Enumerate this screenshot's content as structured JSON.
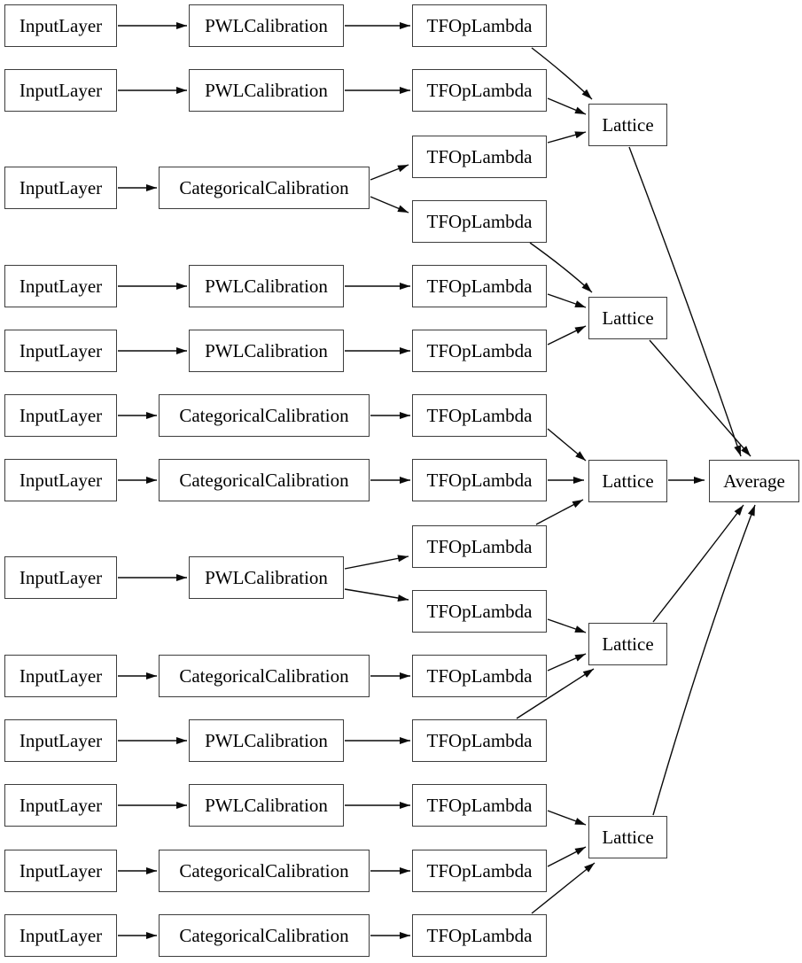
{
  "labels": {
    "input_layer": "InputLayer",
    "pwl_calibration": "PWLCalibration",
    "categorical_calibration": "CategoricalCalibration",
    "tf_op_lambda": "TFOpLambda",
    "lattice": "Lattice",
    "average": "Average"
  },
  "colors": {
    "background": "#ffffff",
    "node_fill": "#ffffff",
    "node_border": "#3d3d3d",
    "edge": "#0a0a0a",
    "text": "#000000"
  },
  "graph": {
    "description": "Model architecture diagram: calibrated inputs feed 5 lattices averaged into one output",
    "nodes": [
      {
        "id": "in1",
        "label": "InputLayer"
      },
      {
        "id": "in2",
        "label": "InputLayer"
      },
      {
        "id": "in3",
        "label": "InputLayer"
      },
      {
        "id": "in4",
        "label": "InputLayer"
      },
      {
        "id": "in5",
        "label": "InputLayer"
      },
      {
        "id": "in6",
        "label": "InputLayer"
      },
      {
        "id": "in7",
        "label": "InputLayer"
      },
      {
        "id": "in8",
        "label": "InputLayer"
      },
      {
        "id": "in9",
        "label": "InputLayer"
      },
      {
        "id": "in10",
        "label": "InputLayer"
      },
      {
        "id": "in11",
        "label": "InputLayer"
      },
      {
        "id": "in12",
        "label": "InputLayer"
      },
      {
        "id": "in13",
        "label": "InputLayer"
      },
      {
        "id": "pwl1",
        "label": "PWLCalibration"
      },
      {
        "id": "pwl2",
        "label": "PWLCalibration"
      },
      {
        "id": "pwl3",
        "label": "PWLCalibration"
      },
      {
        "id": "pwl4",
        "label": "PWLCalibration"
      },
      {
        "id": "pwl5",
        "label": "PWLCalibration"
      },
      {
        "id": "pwl6",
        "label": "PWLCalibration"
      },
      {
        "id": "pwl7",
        "label": "PWLCalibration"
      },
      {
        "id": "cat1",
        "label": "CategoricalCalibration"
      },
      {
        "id": "cat2",
        "label": "CategoricalCalibration"
      },
      {
        "id": "cat3",
        "label": "CategoricalCalibration"
      },
      {
        "id": "cat4",
        "label": "CategoricalCalibration"
      },
      {
        "id": "cat5",
        "label": "CategoricalCalibration"
      },
      {
        "id": "cat6",
        "label": "CategoricalCalibration"
      },
      {
        "id": "tf1",
        "label": "TFOpLambda"
      },
      {
        "id": "tf2",
        "label": "TFOpLambda"
      },
      {
        "id": "tf3",
        "label": "TFOpLambda"
      },
      {
        "id": "tf4",
        "label": "TFOpLambda"
      },
      {
        "id": "tf5",
        "label": "TFOpLambda"
      },
      {
        "id": "tf6",
        "label": "TFOpLambda"
      },
      {
        "id": "tf7",
        "label": "TFOpLambda"
      },
      {
        "id": "tf8",
        "label": "TFOpLambda"
      },
      {
        "id": "tf9",
        "label": "TFOpLambda"
      },
      {
        "id": "tf10",
        "label": "TFOpLambda"
      },
      {
        "id": "tf11",
        "label": "TFOpLambda"
      },
      {
        "id": "tf12",
        "label": "TFOpLambda"
      },
      {
        "id": "tf13",
        "label": "TFOpLambda"
      },
      {
        "id": "tf14",
        "label": "TFOpLambda"
      },
      {
        "id": "tf15",
        "label": "TFOpLambda"
      },
      {
        "id": "lat1",
        "label": "Lattice"
      },
      {
        "id": "lat2",
        "label": "Lattice"
      },
      {
        "id": "lat3",
        "label": "Lattice"
      },
      {
        "id": "lat4",
        "label": "Lattice"
      },
      {
        "id": "lat5",
        "label": "Lattice"
      },
      {
        "id": "avg1",
        "label": "Average"
      }
    ],
    "edges": [
      [
        "in1",
        "pwl1"
      ],
      [
        "pwl1",
        "tf1"
      ],
      [
        "tf1",
        "lat1"
      ],
      [
        "in2",
        "pwl2"
      ],
      [
        "pwl2",
        "tf2"
      ],
      [
        "tf2",
        "lat1"
      ],
      [
        "in3",
        "cat1"
      ],
      [
        "cat1",
        "tf3"
      ],
      [
        "cat1",
        "tf4"
      ],
      [
        "tf3",
        "lat1"
      ],
      [
        "tf4",
        "lat2"
      ],
      [
        "in4",
        "pwl3"
      ],
      [
        "pwl3",
        "tf5"
      ],
      [
        "tf5",
        "lat2"
      ],
      [
        "in5",
        "pwl4"
      ],
      [
        "pwl4",
        "tf6"
      ],
      [
        "tf6",
        "lat2"
      ],
      [
        "in6",
        "cat2"
      ],
      [
        "cat2",
        "tf7"
      ],
      [
        "tf7",
        "lat3"
      ],
      [
        "in7",
        "cat3"
      ],
      [
        "cat3",
        "tf8"
      ],
      [
        "tf8",
        "lat3"
      ],
      [
        "in8",
        "pwl5"
      ],
      [
        "pwl5",
        "tf9"
      ],
      [
        "pwl5",
        "tf10"
      ],
      [
        "tf9",
        "lat3"
      ],
      [
        "tf10",
        "lat4"
      ],
      [
        "in9",
        "cat4"
      ],
      [
        "cat4",
        "tf11"
      ],
      [
        "tf11",
        "lat4"
      ],
      [
        "in10",
        "pwl6"
      ],
      [
        "pwl6",
        "tf12"
      ],
      [
        "tf12",
        "lat4"
      ],
      [
        "in11",
        "pwl7"
      ],
      [
        "pwl7",
        "tf13"
      ],
      [
        "tf13",
        "lat5"
      ],
      [
        "in12",
        "cat5"
      ],
      [
        "cat5",
        "tf14"
      ],
      [
        "tf14",
        "lat5"
      ],
      [
        "in13",
        "cat6"
      ],
      [
        "cat6",
        "tf15"
      ],
      [
        "tf15",
        "lat5"
      ],
      [
        "lat1",
        "avg1"
      ],
      [
        "lat2",
        "avg1"
      ],
      [
        "lat3",
        "avg1"
      ],
      [
        "lat4",
        "avg1"
      ],
      [
        "lat5",
        "avg1"
      ]
    ],
    "counts": {
      "input_layers": 13,
      "pwl_calibrations": 7,
      "categorical_calibrations": 6,
      "tf_op_lambdas": 15,
      "lattices": 5,
      "averages": 1
    }
  }
}
